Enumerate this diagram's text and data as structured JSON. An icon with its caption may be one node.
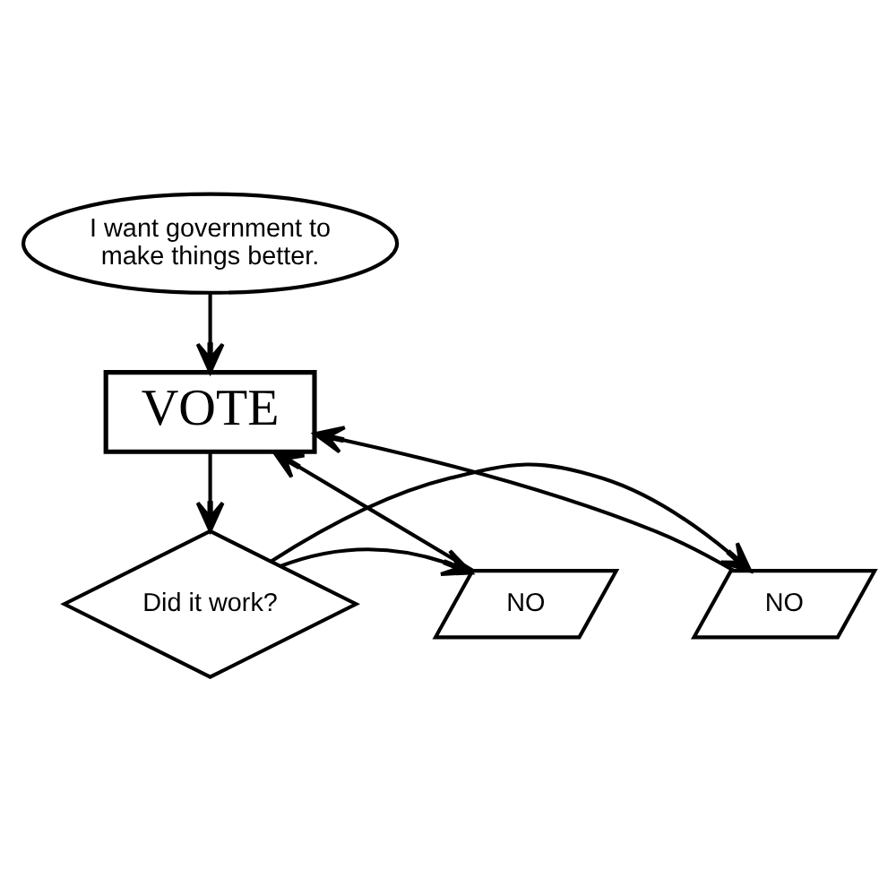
{
  "diagram": {
    "nodes": [
      {
        "text": [
          "I want government to make things better."
        ]
      },
      {
        "text": [
          "VOTE"
        ]
      },
      {
        "text": [
          "Did it work?"
        ]
      },
      {
        "text": [
          "NO"
        ]
      },
      {
        "text": [
          "NO"
        ]
      }
    ],
    "edges": [
      {
        "from": 0,
        "to": 1,
        "arrow": "to"
      },
      {
        "from": 1,
        "to": 2,
        "arrow": "to"
      },
      {
        "from": 2,
        "to": 3,
        "arrow": "to"
      },
      {
        "from": 2,
        "to": 4,
        "arrow": "to"
      },
      {
        "from": 3,
        "to": 1,
        "arrow": "to"
      },
      {
        "from": 4,
        "to": 1,
        "arrow": "to"
      }
    ]
  }
}
